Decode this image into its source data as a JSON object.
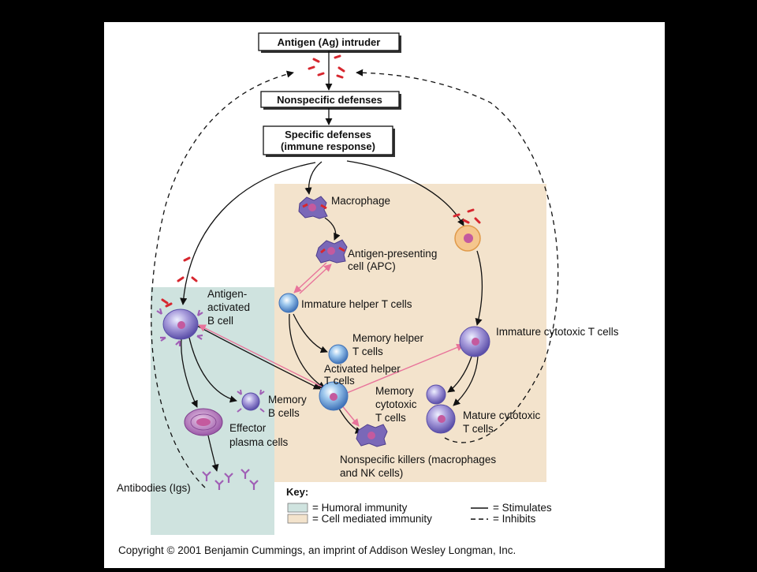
{
  "boxes": {
    "antigen": "Antigen (Ag) intruder",
    "nonspecific": "Nonspecific defenses",
    "specific_line1": "Specific defenses",
    "specific_line2": "(immune response)"
  },
  "labels": {
    "macrophage": "Macrophage",
    "apc_line1": "Antigen-presenting",
    "apc_line2": "cell (APC)",
    "immature_helper": "Immature helper T cells",
    "b_cell_line1": "Antigen-",
    "b_cell_line2": "activated",
    "b_cell_line3": "B cell",
    "memory_helper_line1": "Memory helper",
    "memory_helper_line2": "T cells",
    "activated_helper_line1": "Activated helper",
    "activated_helper_line2": "T cells",
    "immature_cytotoxic": "Immature cytotoxic T cells",
    "memory_b_line1": "Memory",
    "memory_b_line2": "B cells",
    "memory_cytotoxic_line1": "Memory",
    "memory_cytotoxic_line2": "cytotoxic",
    "memory_cytotoxic_line3": "T cells",
    "mature_cytotoxic_line1": "Mature cytotoxic",
    "mature_cytotoxic_line2": "T cells",
    "effector_line1": "Effector",
    "effector_line2": "plasma cells",
    "killers_line1": "Nonspecific killers (macrophages",
    "killers_line2": "and NK cells)",
    "antibodies": "Antibodies (Igs)"
  },
  "key": {
    "title": "Key:",
    "humoral": "= Humoral immunity",
    "cell_mediated": "= Cell mediated immunity",
    "stimulates": "= Stimulates",
    "inhibits": "= Inhibits"
  },
  "copyright": "Copyright © 2001 Benjamin Cummings, an imprint of Addison Wesley Longman, Inc.",
  "colors": {
    "humoral": "#cfe3df",
    "cell_mediated": "#f3e3cc",
    "arrow": "#111111",
    "stimulate_pink": "#e8739a",
    "antigen_red": "#d7262e",
    "cell_purple": "#8f7dc9"
  }
}
